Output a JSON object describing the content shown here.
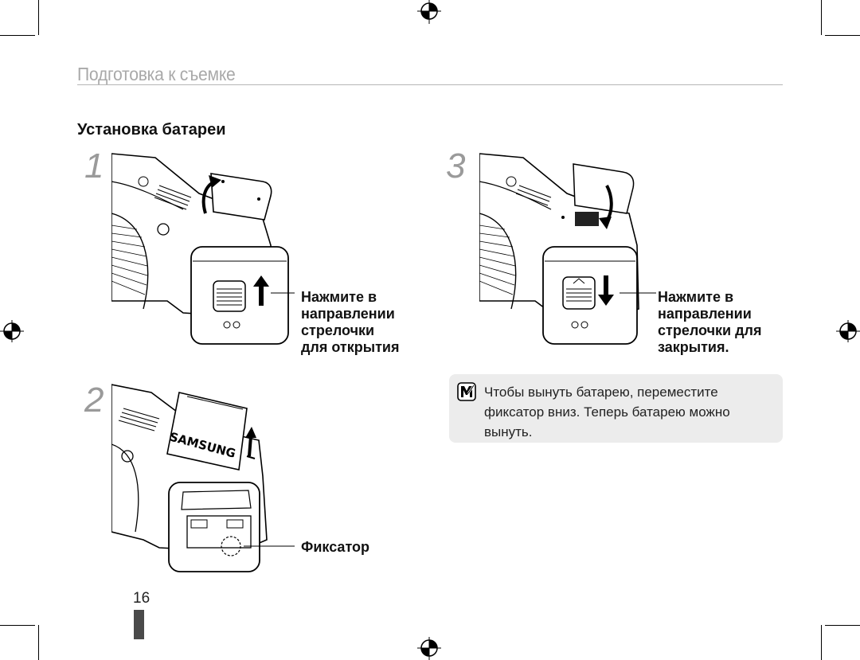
{
  "header": {
    "title": "Подготовка к съемке"
  },
  "section": {
    "title": "Установка батареи"
  },
  "steps": [
    {
      "number": "1",
      "caption": [
        "Нажмите в",
        "направлении",
        "стрелочки",
        "для открытия"
      ]
    },
    {
      "number": "2",
      "caption": [
        "Фиксатор"
      ]
    },
    {
      "number": "3",
      "caption": [
        "Нажмите в",
        "направлении",
        "стрелочки для",
        "закрытия."
      ]
    }
  ],
  "note": {
    "icon": "note-icon",
    "lines": [
      "Чтобы вынуть батарею, переместите",
      "фиксатор вниз. Теперь батарею можно",
      "вынуть."
    ]
  },
  "battery_brand": "SAMSUNG",
  "page": {
    "number": "16"
  }
}
